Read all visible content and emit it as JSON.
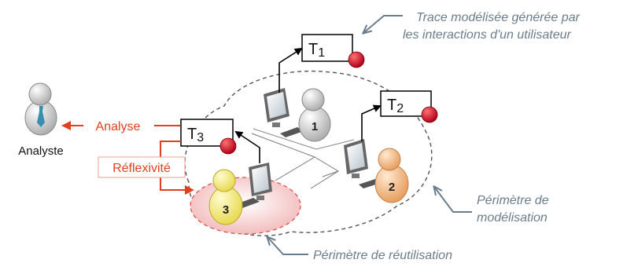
{
  "traces": {
    "t1": {
      "base": "T",
      "sub": "1"
    },
    "t2": {
      "base": "T",
      "sub": "2"
    },
    "t3": {
      "base": "T",
      "sub": "3"
    }
  },
  "users": {
    "u1": "1",
    "u2": "2",
    "u3": "3"
  },
  "labels": {
    "trace_caption_line1": "Trace modélisée générée par",
    "trace_caption_line2": "les interactions d'un utilisateur",
    "analyste": "Analyste",
    "analyse": "Analyse",
    "reflexivite": "Réflexivité",
    "modelisation_line1": "Périmètre de",
    "modelisation_line2": "modélisation",
    "reutilisation": "Périmètre de réutilisation"
  },
  "colors": {
    "accent_red": "#e0401e",
    "caption_gray": "#6b7d8c",
    "badge_red": "#c8102e",
    "user3_yellow": "#f3ea7a",
    "user2_orange": "#f0b47a",
    "user1_gray": "#c9c9c9"
  }
}
